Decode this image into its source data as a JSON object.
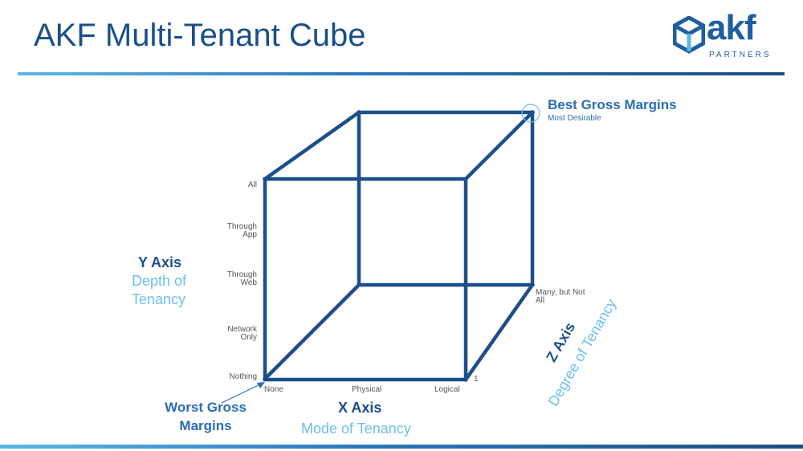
{
  "slide": {
    "title": "AKF Multi-Tenant Cube",
    "logo_main": "akf",
    "logo_sub": "PARTNERS"
  },
  "y_axis": {
    "title": "Y Axis",
    "subtitle_line1": "Depth of",
    "subtitle_line2": "Tenancy",
    "ticks": [
      {
        "line1": "All",
        "line2": ""
      },
      {
        "line1": "Through",
        "line2": "App"
      },
      {
        "line1": "Through",
        "line2": "Web"
      },
      {
        "line1": "Network",
        "line2": "Only"
      },
      {
        "line1": "Nothing",
        "line2": ""
      }
    ]
  },
  "x_axis": {
    "title": "X Axis",
    "subtitle": "Mode of Tenancy",
    "ticks": [
      "None",
      "Physical",
      "Logical"
    ]
  },
  "z_axis": {
    "title": "Z Axis",
    "subtitle": "Degree of Tenancy",
    "tick_start": "1",
    "tick_end_line1": "Many, but Not",
    "tick_end_line2": "All"
  },
  "annotations": {
    "best_title": "Best Gross Margins",
    "best_sub": "Most Desirable",
    "worst_line1": "Worst Gross",
    "worst_line2": "Margins"
  },
  "colors": {
    "cube": "#1d4e8a",
    "accent": "#2a6db5",
    "light": "#6cc0ee"
  }
}
